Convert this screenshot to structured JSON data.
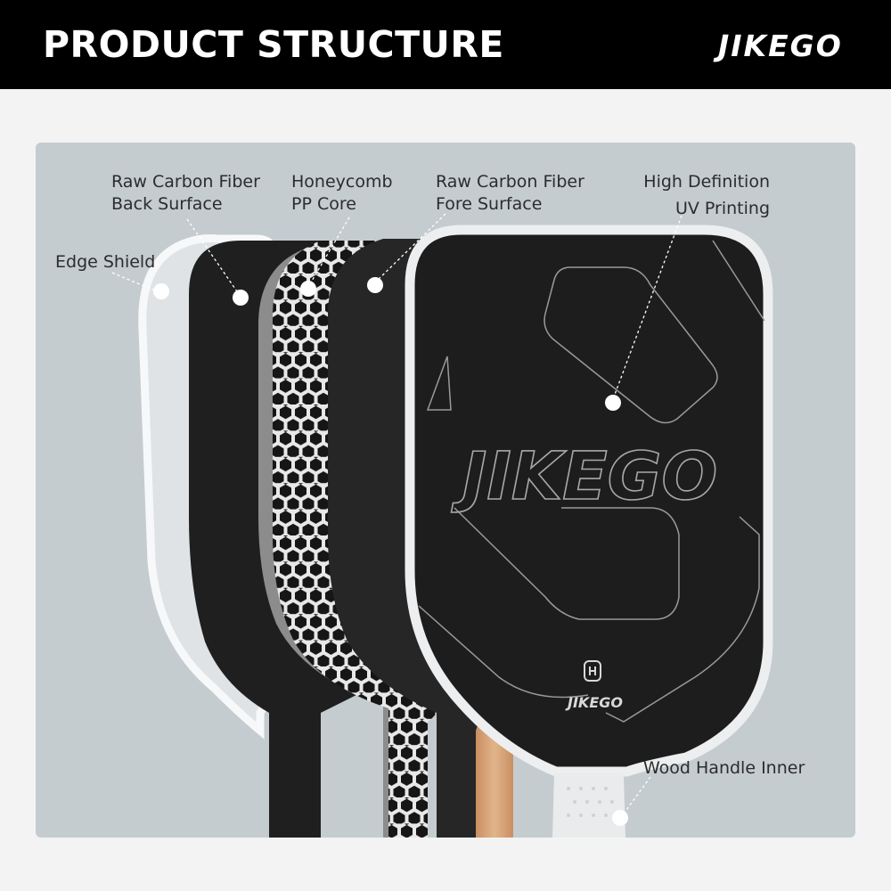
{
  "header": {
    "title": "PRODUCT STRUCTURE",
    "brand": "JIKEGO"
  },
  "paddle": {
    "face_logo": "JIKEGO",
    "face_small_logo": "JIKEGO",
    "face_emblem_icon": "square-emblem-icon"
  },
  "callouts": {
    "edge_shield": "Edge Shield",
    "back_surface": {
      "line1": "Raw Carbon Fiber",
      "line2": "Back Surface"
    },
    "core": {
      "line1": "Honeycomb",
      "line2": "PP Core"
    },
    "fore_surface": {
      "line1": "Raw Carbon Fiber",
      "line2": "Fore Surface"
    },
    "printing": {
      "line1": "High Definition",
      "line2": "UV Printing"
    },
    "handle": "Wood Handle Inner"
  },
  "colors": {
    "header_bg": "#000000",
    "panel_bg": "#c4ccd0",
    "carbon": "#222222",
    "wood": "#d7a47a",
    "edge": "#f2f3f4"
  }
}
